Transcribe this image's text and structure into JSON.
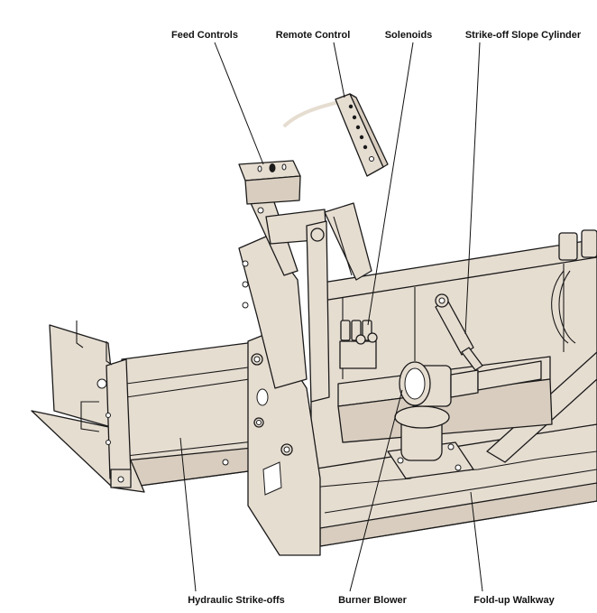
{
  "figure": {
    "subject": "Paver hopper / strike-off assembly line drawing",
    "colors": {
      "part_fill": "#e6ddd1",
      "part_shade": "#d8cdbf",
      "outline": "#1a1a1a",
      "background": "#ffffff"
    },
    "callouts_top": [
      {
        "id": "feed-controls",
        "text": "Feed Controls"
      },
      {
        "id": "remote-control",
        "text": "Remote Control"
      },
      {
        "id": "solenoids",
        "text": "Solenoids"
      },
      {
        "id": "strike-off-slope-cylinder",
        "text": "Strike-off Slope Cylinder"
      }
    ],
    "callouts_bottom": [
      {
        "id": "hydraulic-strike-offs",
        "text": "Hydraulic Strike-offs"
      },
      {
        "id": "burner-blower",
        "text": "Burner Blower"
      },
      {
        "id": "fold-up-walkway",
        "text": "Fold-up Walkway"
      }
    ]
  }
}
